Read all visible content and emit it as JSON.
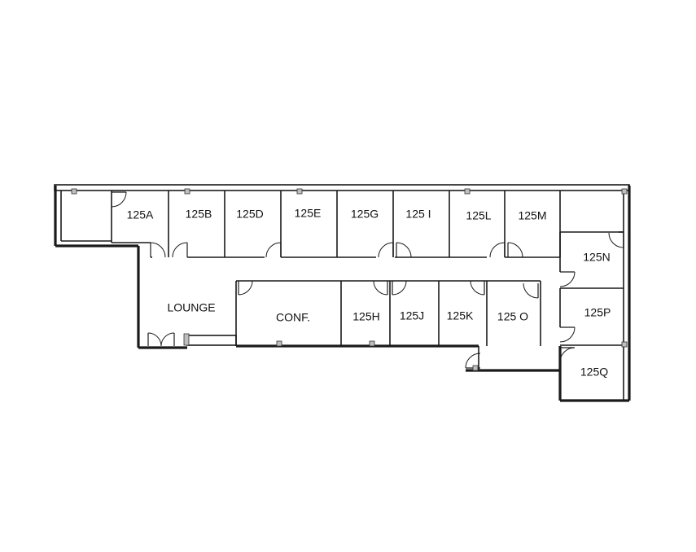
{
  "floor_plan": {
    "rooms": [
      {
        "key": "125A",
        "label": "125A"
      },
      {
        "key": "125B",
        "label": "125B"
      },
      {
        "key": "125D",
        "label": "125D"
      },
      {
        "key": "125E",
        "label": "125E"
      },
      {
        "key": "125G",
        "label": "125G"
      },
      {
        "key": "125I",
        "label": "125 I"
      },
      {
        "key": "125L",
        "label": "125L"
      },
      {
        "key": "125M",
        "label": "125M"
      },
      {
        "key": "125N",
        "label": "125N"
      },
      {
        "key": "125P",
        "label": "125P"
      },
      {
        "key": "125Q",
        "label": "125Q"
      },
      {
        "key": "lounge",
        "label": "LOUNGE"
      },
      {
        "key": "conf",
        "label": "CONF."
      },
      {
        "key": "125H",
        "label": "125H"
      },
      {
        "key": "125J",
        "label": "125J"
      },
      {
        "key": "125K",
        "label": "125K"
      },
      {
        "key": "125O",
        "label": "125 O"
      }
    ]
  }
}
